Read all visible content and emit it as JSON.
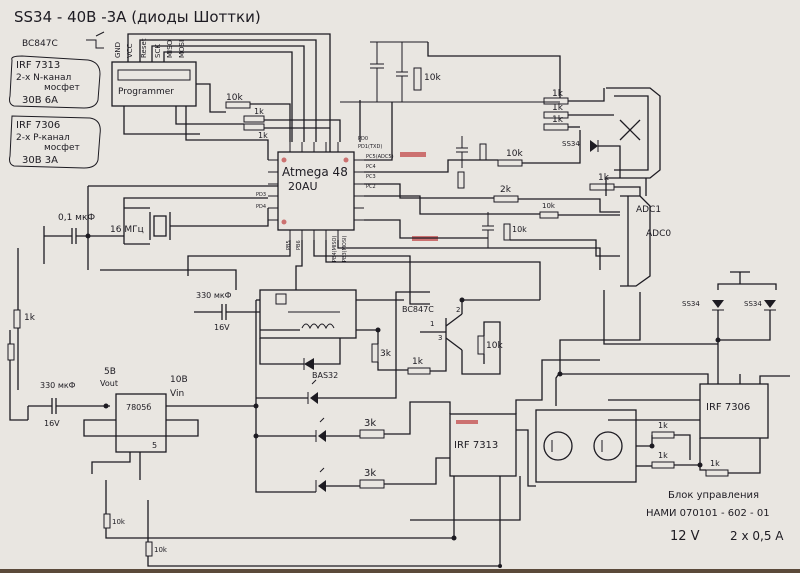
{
  "title": "SS34 - 40B -3A (диоды Шоттки)",
  "transistor_q1_label": "BC847C",
  "notes": {
    "n1": [
      "IRF 7313",
      "2-x N-канал",
      "мосфет",
      "30В 6А"
    ],
    "n2": [
      "IRF 7306",
      "2-x P-канал",
      "мосфет",
      "30В 3А"
    ]
  },
  "mcu": {
    "name": "Atmega 48",
    "suffix": "20AU"
  },
  "header_pins": [
    "GND",
    "VCC",
    "Reset",
    "SCK",
    "MISO",
    "MOSI"
  ],
  "header_label": "Programmer",
  "pin_labels": [
    "PC5(ADC5)",
    "PC4",
    "PC3",
    "PC2",
    "PD1(TXD)",
    "PD0",
    "PB4(MISO)",
    "PB3(MOSI)",
    "PB5",
    "PB6",
    "PD3",
    "PD4"
  ],
  "components": {
    "r_top1": "10k",
    "r_top2": "1k",
    "r_top3": "1k",
    "r_top_right": "10k",
    "r_1k_a": "1k",
    "r_1k_b": "1k",
    "r_1k_c": "1k",
    "diode_top": "SS34",
    "r_10k_mid": "10k",
    "r_2k": "2k",
    "r_1k_mid": "1k",
    "r_10k_cap": "10k",
    "r_10k_small": "10k",
    "cap_left": "0,1 мкФ",
    "crystal": "16 МГц",
    "adc1": "ADC1",
    "adc0": "ADC0",
    "cap_330_top": "330 мкФ",
    "cap_330_top_v": "16V",
    "q_label": "BC847C",
    "r_10k_q": "10k",
    "r_1k_q": "1k",
    "r_3k_relay": "3k",
    "diode_bas": "BAS32",
    "r_3k_led1": "3k",
    "r_3k_led2": "3k",
    "r_1k_left": "1k",
    "vreg_in_v": "10В",
    "vreg_in": "Vin",
    "vreg_out_v": "5В",
    "vreg_out": "Vout",
    "vreg_name": "7805б",
    "vreg_pin": "5",
    "cap_330_left": "330 мкФ",
    "cap_330_left_v": "16V",
    "r_10k_bot1": "10k",
    "r_10k_bot2": "10k",
    "irf7313": "IRF 7313",
    "irf7306": "IRF 7306",
    "ss34_l": "SS34",
    "ss34_r": "SS34",
    "r_1k_right1": "1k",
    "r_1k_right2": "1k",
    "r_1k_right3": "1k"
  },
  "footer": {
    "line1": "Блок управления",
    "line2": "НАМИ 070101 - 602 - 01",
    "volt": "12 V",
    "current": "2 x 0,5 A"
  }
}
